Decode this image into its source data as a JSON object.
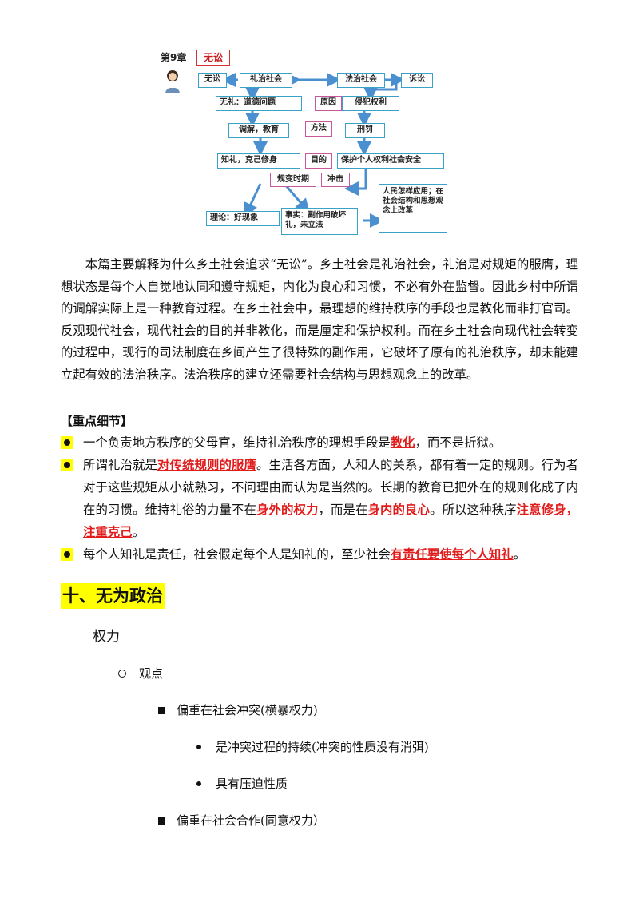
{
  "diagram": {
    "chapter_label": "第9章",
    "title_box": "无讼",
    "boxes": {
      "wusong": "无讼",
      "lizhi": "礼治社会",
      "fazhi": "法治社会",
      "susong": "诉讼",
      "wuli": "无礼：道德问题",
      "yuanyin": "原因",
      "qinfan": "侵犯权利",
      "tiaojie": "调解，教育",
      "fangfa": "方法",
      "xingfa": "刑罚",
      "zhili": "知礼，克己修身",
      "mudi": "目的",
      "baohu": "保护个人权利社会安全",
      "shanbian": "规变时期",
      "chongji": "冲击",
      "lilun": "理论：好现象",
      "shishi": "事实：副作用破坏礼，未立法",
      "renmin": "人民怎样应用；在社会结构和思想观念上改革"
    }
  },
  "paragraph": "本篇主要解释为什么乡土社会追求“无讼”。乡土社会是礼治社会，礼治是对规矩的服膺，理想状态是每个人自觉地认同和遵守规矩，内化为良心和习惯，不必有外在监督。因此乡村中所谓的调解实际上是一种教育过程。在乡土社会中，最理想的维持秩序的手段也是教化而非打官司。反观现代社会，现代社会的目的并非教化，而是厘定和保护权利。而在乡土社会向现代社会转变的过程中，现行的司法制度在乡间产生了很特殊的副作用，它破坏了原有的礼治秩序，却未能建立起有效的法治秩序。法治秩序的建立还需要社会结构与思想观念上的改革。",
  "key_details": {
    "heading": "【重点细节】",
    "b1": {
      "t1": "一个负责地方秩序的父母官，维持礼治秩序的理想手段是",
      "h1": "教化",
      "t2": "，而不是折狱。"
    },
    "b2": {
      "t1": "所谓礼治就是",
      "h1": "对传统规则的服膺",
      "t2": "。生活各方面，人和人的关系，都有着一定的规则。行为者对于这些规矩从小就熟习，不问理由而认为是当然的。长期的教育已把外在的规则化成了内在的习惯。维持礼俗的力量不在",
      "h2": "身外的权力",
      "t3": "，而是在",
      "h3": "身内的良心",
      "t4": "。所以这种秩序",
      "h4": "注意修身，注重克己",
      "t5": "。"
    },
    "b3": {
      "t1": "每个人知礼是责任，社会假定每个人是知礼的，至少社会",
      "h1": "有责任要使每个人知礼",
      "t2": "。"
    }
  },
  "section10": {
    "heading": "十、无为政治",
    "outline": {
      "l0": "权力",
      "l1": "观点",
      "l2a": "偏重在社会冲突(横暴权力)",
      "l3a": "是冲突过程的持续(冲突的性质没有消弭)",
      "l3b": "具有压迫性质",
      "l2b": "偏重在社会合作(同意权力）"
    }
  },
  "colors": {
    "box_border": "#3aa1c9",
    "arrow": "#4a8fd0",
    "highlight": "#ffff00",
    "emphasis": "#e21b1b"
  }
}
